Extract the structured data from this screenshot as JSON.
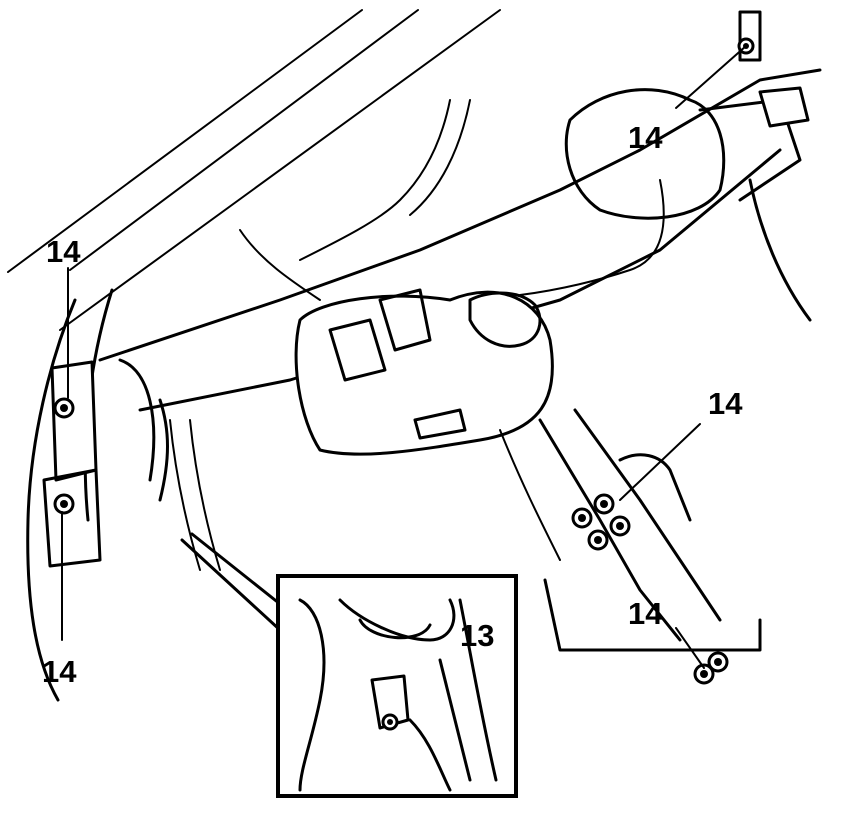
{
  "diagram": {
    "callouts": [
      {
        "id": "c1",
        "label": "14"
      },
      {
        "id": "c2",
        "label": "14"
      },
      {
        "id": "c3",
        "label": "14"
      },
      {
        "id": "c4",
        "label": "14"
      },
      {
        "id": "c5",
        "label": "14"
      },
      {
        "id": "c6",
        "label": "13"
      }
    ]
  }
}
